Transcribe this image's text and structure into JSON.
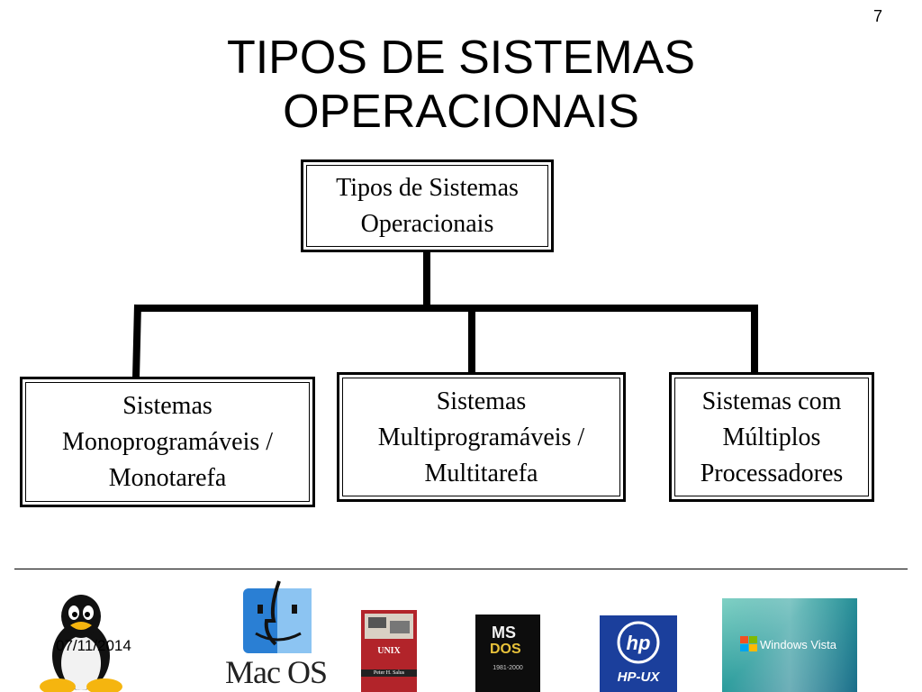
{
  "slide": {
    "number": "7",
    "title_line1": "TIPOS DE SISTEMAS",
    "title_line2": "OPERACIONAIS",
    "date": "07/11/2014"
  },
  "diagram": {
    "root": {
      "line1": "Tipos de Sistemas",
      "line2": "Operacionais"
    },
    "children": [
      {
        "line1": "Sistemas",
        "line2": "Monoprogramáveis /",
        "line3": "Monotarefa"
      },
      {
        "line1": "Sistemas",
        "line2": "Multiprogramáveis /",
        "line3": "Multitarefa"
      },
      {
        "line1": "Sistemas com",
        "line2": "Múltiplos",
        "line3": "Processadores"
      }
    ]
  },
  "logos": {
    "macos": "Mac OS",
    "unix_book": {
      "top": "UNIX",
      "author": "Peter H. Salus"
    },
    "msdos": {
      "letters1": "MS",
      "letters2": "DOS",
      "years": "1981-2000"
    },
    "hpux": "HP-UX",
    "windows_vista": "Windows Vista",
    "icons": [
      "tux-penguin-icon",
      "finder-face-icon",
      "unix-book-icon",
      "msdos-icon",
      "hp-logo-icon",
      "windows-flag-icon"
    ]
  },
  "colors": {
    "macos_blue": "#2a7fd4",
    "hp_blue": "#1b3f9c",
    "vista_teal": "#2a9c9c",
    "unix_red": "#b2242a"
  }
}
